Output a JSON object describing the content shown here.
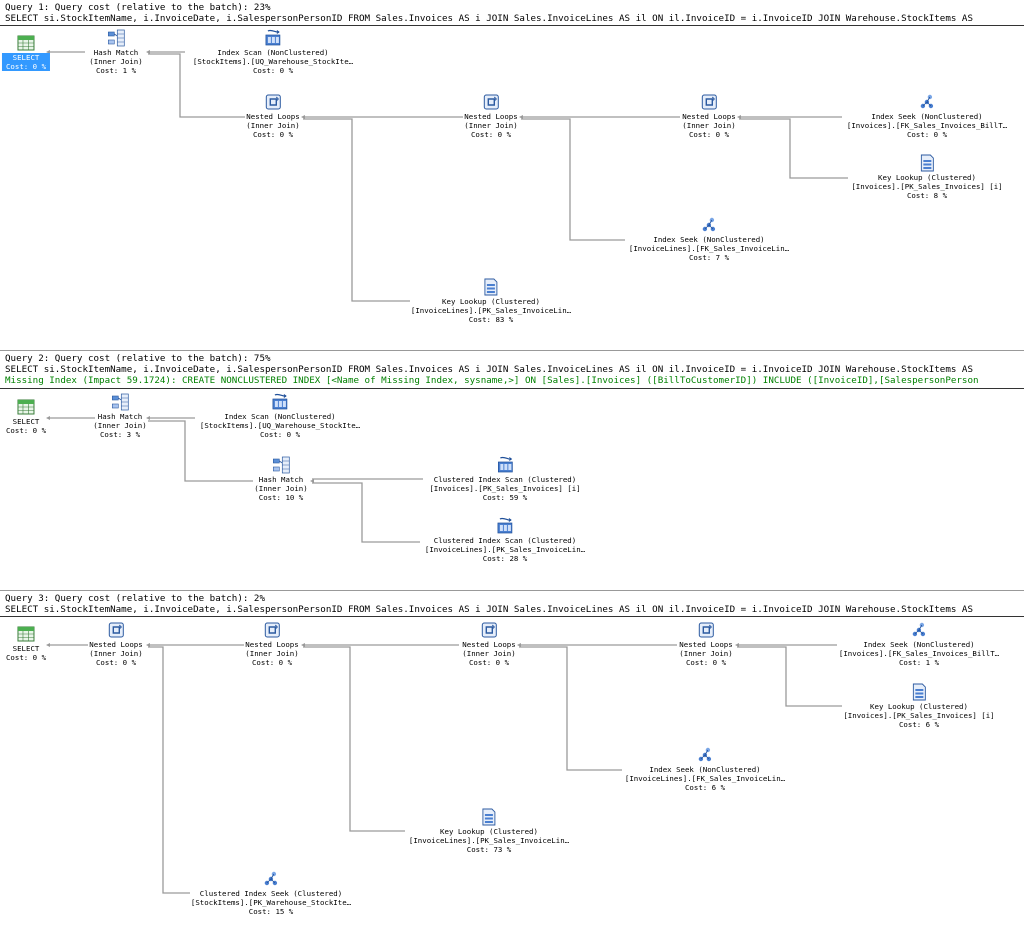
{
  "queries": [
    {
      "title": "Query 1: Query cost (relative to the batch): 23%",
      "sql": "SELECT si.StockItemName, i.InvoiceDate, i.SalespersonPersonID FROM Sales.Invoices AS i JOIN Sales.InvoiceLines AS il ON il.InvoiceID = i.InvoiceID JOIN Warehouse.StockItems AS",
      "nodes": {
        "select": {
          "label": "SELECT",
          "cost": "Cost: 0 %"
        },
        "hash": {
          "l1": "Hash Match",
          "l2": "(Inner Join)",
          "cost": "Cost: 1 %"
        },
        "iscan": {
          "l1": "Index Scan (NonClustered)",
          "l2": "[StockItems].[UQ_Warehouse_StockIte…",
          "cost": "Cost: 0 %"
        },
        "nl1": {
          "l1": "Nested Loops",
          "l2": "(Inner Join)",
          "cost": "Cost: 0 %"
        },
        "nl2": {
          "l1": "Nested Loops",
          "l2": "(Inner Join)",
          "cost": "Cost: 0 %"
        },
        "nl3": {
          "l1": "Nested Loops",
          "l2": "(Inner Join)",
          "cost": "Cost: 0 %"
        },
        "seek1": {
          "l1": "Index Seek (NonClustered)",
          "l2": "[Invoices].[FK_Sales_Invoices_BillT…",
          "cost": "Cost: 0 %"
        },
        "kl1": {
          "l1": "Key Lookup (Clustered)",
          "l2": "[Invoices].[PK_Sales_Invoices] [i]",
          "cost": "Cost: 8 %"
        },
        "seek2": {
          "l1": "Index Seek (NonClustered)",
          "l2": "[InvoiceLines].[FK_Sales_InvoiceLin…",
          "cost": "Cost: 7 %"
        },
        "kl2": {
          "l1": "Key Lookup (Clustered)",
          "l2": "[InvoiceLines].[PK_Sales_InvoiceLin…",
          "cost": "Cost: 83 %"
        }
      }
    },
    {
      "title": "Query 2: Query cost (relative to the batch): 75%",
      "sql": "SELECT si.StockItemName, i.InvoiceDate, i.SalespersonPersonID FROM Sales.Invoices AS i JOIN Sales.InvoiceLines AS il ON il.InvoiceID = i.InvoiceID JOIN Warehouse.StockItems AS",
      "missing_index": "Missing Index (Impact 59.1724): CREATE NONCLUSTERED INDEX [<Name of Missing Index, sysname,>] ON [Sales].[Invoices] ([BillToCustomerID]) INCLUDE ([InvoiceID],[SalespersonPerson",
      "nodes": {
        "select": {
          "label": "SELECT",
          "cost": "Cost: 0 %"
        },
        "hash1": {
          "l1": "Hash Match",
          "l2": "(Inner Join)",
          "cost": "Cost: 3 %"
        },
        "iscan": {
          "l1": "Index Scan (NonClustered)",
          "l2": "[StockItems].[UQ_Warehouse_StockIte…",
          "cost": "Cost: 0 %"
        },
        "hash2": {
          "l1": "Hash Match",
          "l2": "(Inner Join)",
          "cost": "Cost: 10 %"
        },
        "cscan1": {
          "l1": "Clustered Index Scan (Clustered)",
          "l2": "[Invoices].[PK_Sales_Invoices] [i]",
          "cost": "Cost: 59 %"
        },
        "cscan2": {
          "l1": "Clustered Index Scan (Clustered)",
          "l2": "[InvoiceLines].[PK_Sales_InvoiceLin…",
          "cost": "Cost: 28 %"
        }
      }
    },
    {
      "title": "Query 3: Query cost (relative to the batch): 2%",
      "sql": "SELECT si.StockItemName, i.InvoiceDate, i.SalespersonPersonID FROM Sales.Invoices AS i JOIN Sales.InvoiceLines AS il ON il.InvoiceID = i.InvoiceID JOIN Warehouse.StockItems AS",
      "nodes": {
        "select": {
          "label": "SELECT",
          "cost": "Cost: 0 %"
        },
        "nl0": {
          "l1": "Nested Loops",
          "l2": "(Inner Join)",
          "cost": "Cost: 0 %"
        },
        "nl1": {
          "l1": "Nested Loops",
          "l2": "(Inner Join)",
          "cost": "Cost: 0 %"
        },
        "nl2": {
          "l1": "Nested Loops",
          "l2": "(Inner Join)",
          "cost": "Cost: 0 %"
        },
        "nl3": {
          "l1": "Nested Loops",
          "l2": "(Inner Join)",
          "cost": "Cost: 0 %"
        },
        "seek1": {
          "l1": "Index Seek (NonClustered)",
          "l2": "[Invoices].[FK_Sales_Invoices_BillT…",
          "cost": "Cost: 1 %"
        },
        "kl1": {
          "l1": "Key Lookup (Clustered)",
          "l2": "[Invoices].[PK_Sales_Invoices] [i]",
          "cost": "Cost: 6 %"
        },
        "seek2": {
          "l1": "Index Seek (NonClustered)",
          "l2": "[InvoiceLines].[FK_Sales_InvoiceLin…",
          "cost": "Cost: 6 %"
        },
        "kl2": {
          "l1": "Key Lookup (Clustered)",
          "l2": "[InvoiceLines].[PK_Sales_InvoiceLin…",
          "cost": "Cost: 73 %"
        },
        "cseek": {
          "l1": "Clustered Index Seek (Clustered)",
          "l2": "[StockItems].[PK_Warehouse_StockIte…",
          "cost": "Cost: 15 %"
        }
      }
    }
  ],
  "colors": {
    "selected": "#3399ff",
    "missing_index": "#008000",
    "icon_blue": "#2f6fc4"
  }
}
